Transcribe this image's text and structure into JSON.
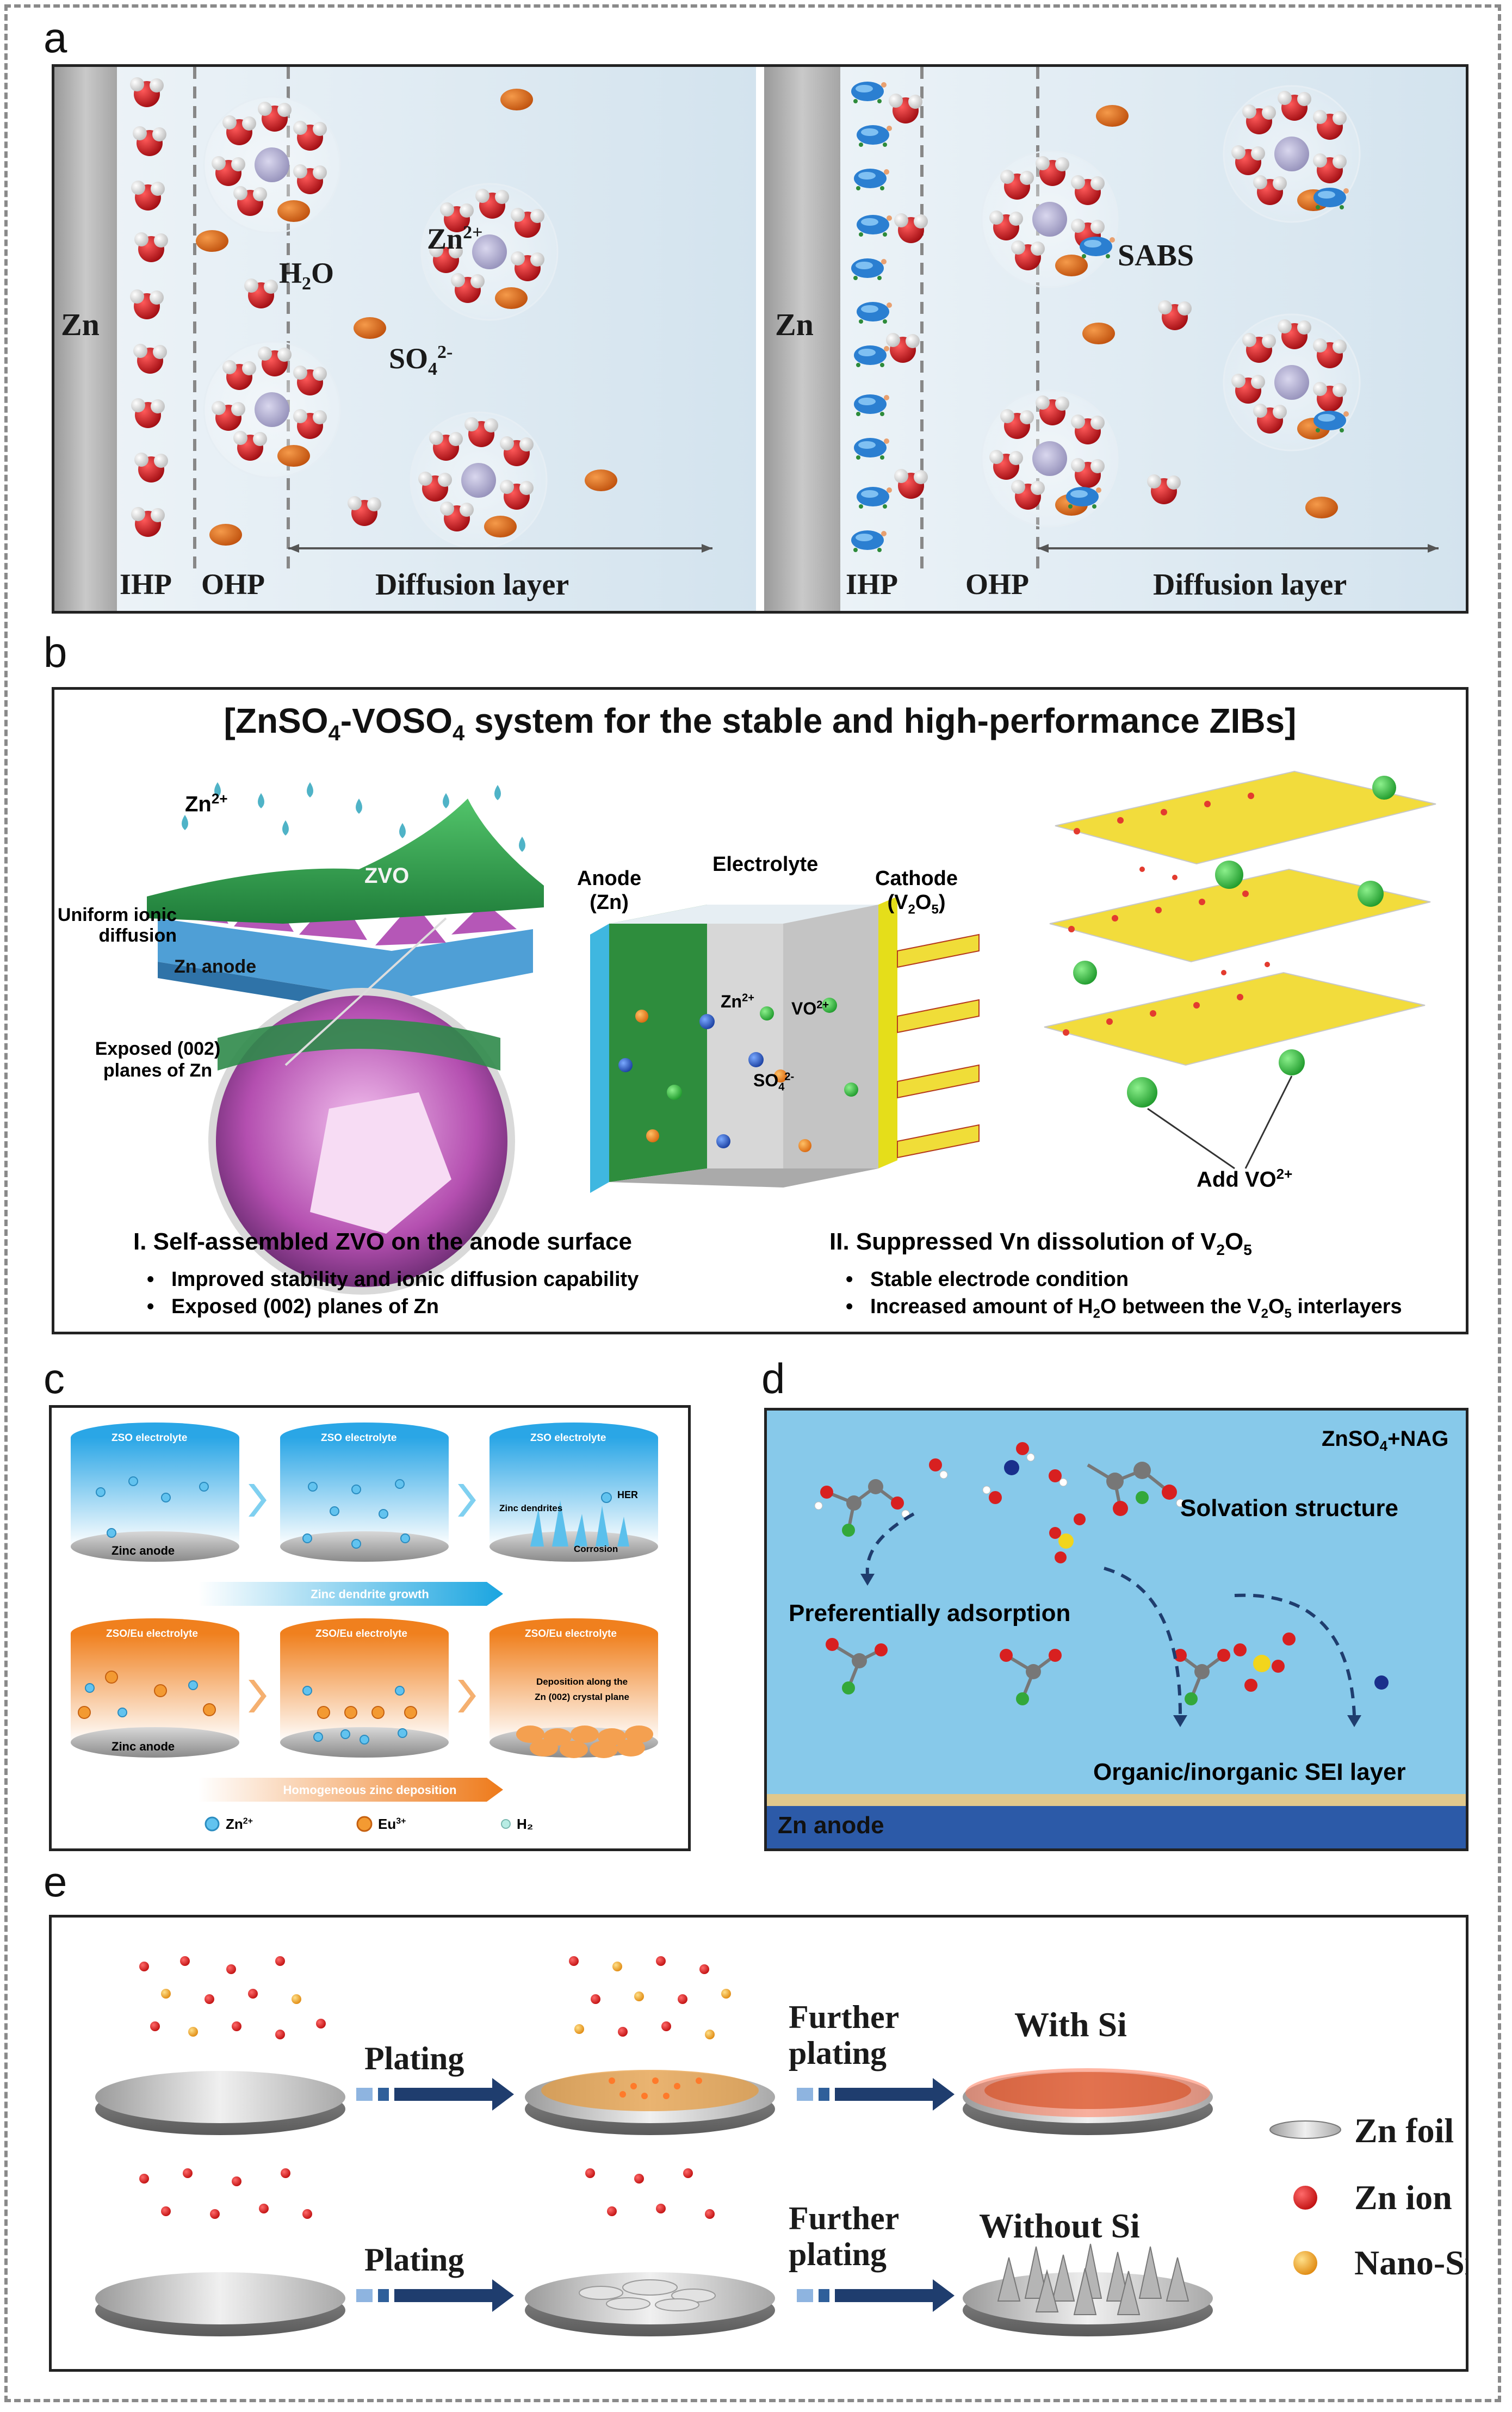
{
  "panel_labels": {
    "a": "a",
    "b": "b",
    "c": "c",
    "d": "d",
    "e": "e"
  },
  "panel_a": {
    "left": {
      "zn": "Zn",
      "h2o": "H",
      "h2o_sub": "2",
      "h2o_end": "O",
      "zn2": "Zn",
      "zn2_sup": "2+",
      "so4": "SO",
      "so4_sub": "4",
      "so4_sup": "2-",
      "ihp": "IHP",
      "ohp": "OHP",
      "diffusion": "Diffusion layer"
    },
    "right": {
      "zn": "Zn",
      "sabs": "SABS",
      "ihp": "IHP",
      "ohp": "OHP",
      "diffusion": "Diffusion layer"
    }
  },
  "panel_b": {
    "title_pre": "[ZnSO",
    "title_sub1": "4",
    "title_mid": "-VOSO",
    "title_sub2": "4",
    "title_post": " system for the stable and high-performance ZIBs]",
    "zn2": "Zn",
    "zn2_sup": "2+",
    "zvo": "ZVO",
    "uniform1": "Uniform ionic",
    "uniform2": "diffusion",
    "zn_anode": "Zn anode",
    "exposed1": "Exposed (002)",
    "exposed2": "planes of Zn",
    "anode1": "Anode",
    "anode2": "(Zn)",
    "electrolyte": "Electrolyte",
    "cathode1": "Cathode",
    "cathode2_pre": "(V",
    "cathode2_sub1": "2",
    "cathode2_mid": "O",
    "cathode2_sub2": "5",
    "cathode2_post": ")",
    "cell_zn": "Zn",
    "cell_zn_sup": "2+",
    "cell_vo": "VO",
    "cell_vo_sup": "2+",
    "cell_so4": "SO",
    "cell_so4_sub": "4",
    "cell_so4_sup": "2-",
    "add_vo": "Add VO",
    "add_vo_sup": "2+",
    "heading1": "I. Self-assembled ZVO on the anode surface",
    "bullet1a": "Improved stability and ionic diffusion capability",
    "bullet1b": "Exposed (002) planes of Zn",
    "heading2_pre": "II. Suppressed Vn dissolution of V",
    "heading2_sub1": "2",
    "heading2_mid": "O",
    "heading2_sub2": "5",
    "bullet2a": "Stable electrode condition",
    "bullet2b_pre": "Increased amount of H",
    "bullet2b_sub1": "2",
    "bullet2b_mid": "O between the V",
    "bullet2b_sub2": "2",
    "bullet2b_mid2": "O",
    "bullet2b_sub3": "5",
    "bullet2b_post": " interlayers"
  },
  "panel_c": {
    "zso": "ZSO electrolyte",
    "zsoeu": "ZSO/Eu electrolyte",
    "zinc_anode": "Zinc anode",
    "dendrites": "Zinc dendrites",
    "her": "HER",
    "corrosion": "Corrosion",
    "dendrite_growth": "Zinc dendrite growth",
    "deposition1": "Deposition along the",
    "deposition2": "Zn (002) crystal plane",
    "homogeneous": "Homogeneous zinc deposition",
    "legend_zn": "Zn",
    "legend_zn_sup": "2+",
    "legend_eu": "Eu",
    "legend_eu_sup": "3+",
    "legend_h2": "H₂"
  },
  "panel_d": {
    "title_pre": "ZnSO",
    "title_sub": "4",
    "title_post": "+NAG",
    "solvation": "Solvation structure",
    "preferential": "Preferentially adsorption",
    "sei": "Organic/inorganic SEI layer",
    "zn_anode": "Zn anode"
  },
  "panel_e": {
    "plating": "Plating",
    "further1": "Further",
    "further2": "plating",
    "with_si": "With Si",
    "without_si": "Without Si",
    "legend_foil": "Zn foil",
    "legend_ion": "Zn ion",
    "legend_si": "Nano-Si"
  },
  "colors": {
    "water_red": "#c0161b",
    "sulfate_orange": "#d9651a",
    "zn_ion_purple": "#a9a6c8",
    "panel_a_bg": "#dce9f2",
    "panel_d_bg": "#87c9ea",
    "zn_blue": "#2c5aa8",
    "arrow_navy": "#1f3d6e"
  }
}
